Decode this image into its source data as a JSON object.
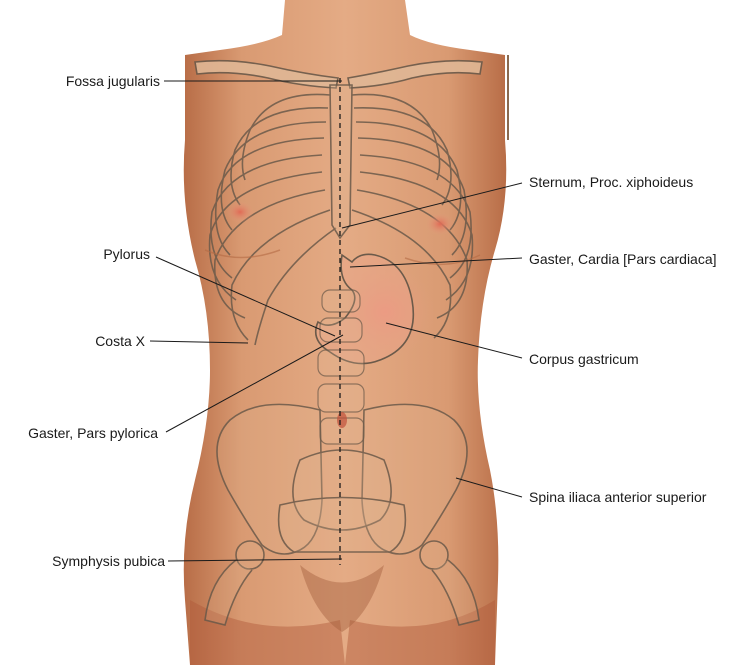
{
  "figure": {
    "labels": {
      "fossa_jugularis": "Fossa jugularis",
      "pylorus": "Pylorus",
      "costa_x": "Costa X",
      "gaster_pars_pylorica": "Gaster, Pars pylorica",
      "symphysis_pubica": "Symphysis pubica",
      "sternum_proc_xiphoideus": "Sternum, Proc. xiphoideus",
      "gaster_cardia": "Gaster, Cardia [Pars cardiaca]",
      "corpus_gastricum": "Corpus gastricum",
      "spina_iliaca": "Spina iliaca anterior superior"
    },
    "colors": {
      "skin": "#d99a72",
      "skin_shadow": "#b46b45",
      "bone_outline": "#6b5a4a",
      "stomach_highlight": "#e88a7a",
      "leader_line": "#1a1a1a"
    }
  }
}
